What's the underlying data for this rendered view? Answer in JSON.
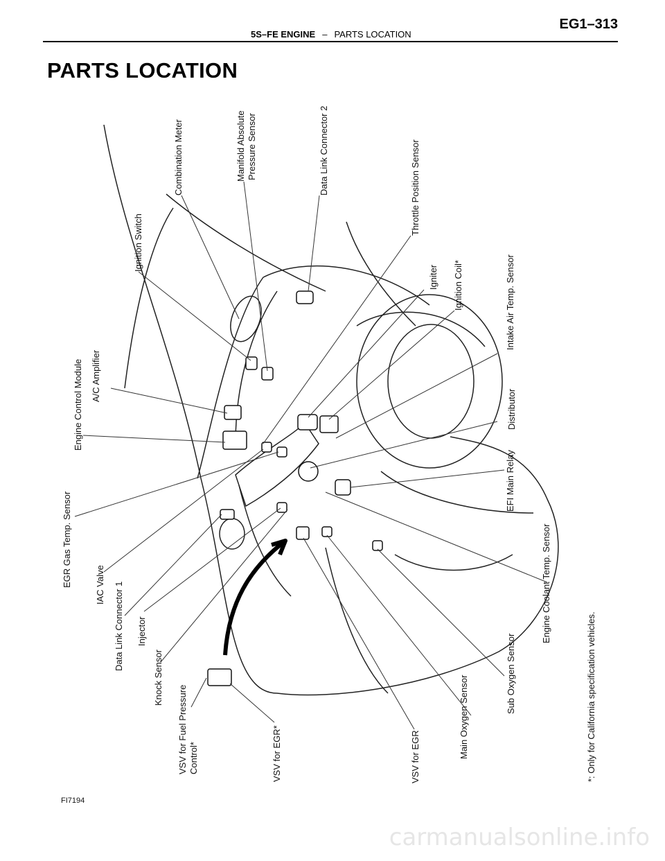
{
  "header": {
    "section": "5S–FE ENGINE",
    "separator": "–",
    "subsection": "PARTS LOCATION",
    "page_number": "EG1–313"
  },
  "title": "PARTS LOCATION",
  "diagram": {
    "labels": {
      "combination_meter": "Combination Meter",
      "map_sensor_line1": "Manifold Absolute",
      "map_sensor_line2": "Pressure Sensor",
      "data_link_connector_2": "Data Link Connector 2",
      "throttle_position_sensor": "Throttle Position Sensor",
      "ignition_switch": "Ignition Switch",
      "igniter": "Igniter",
      "ignition_coil": "Ignition Coil*",
      "intake_air_temp_sensor": "Intake Air Temp. Sensor",
      "engine_control_module": "Engine Control Module",
      "ac_amplifier": "A/C Amplifier",
      "distributor": "Distributor",
      "egr_gas_temp_sensor": "EGR Gas Temp. Sensor",
      "efi_main_relay": "EFI Main Relay",
      "iac_valve": "IAC Valve",
      "engine_coolant_temp_sensor": "Engine Coolant Temp. Sensor",
      "data_link_connector_1": "Data Link Connector 1",
      "injector": "Injector",
      "knock_sensor": "Knock Sensor",
      "vsv_fuel_pressure_line1": "VSV for Fuel Pressure",
      "vsv_fuel_pressure_line2": "Control*",
      "vsv_egr_star": "VSV for EGR*",
      "vsv_egr": "VSV for EGR",
      "main_oxygen_sensor": "Main Oxygen Sensor",
      "sub_oxygen_sensor": "Sub Oxygen Sensor",
      "footnote": "*: Only for California specification vehicles."
    },
    "figure_id": "FI7194"
  },
  "watermark": "carmanualsonline.info"
}
